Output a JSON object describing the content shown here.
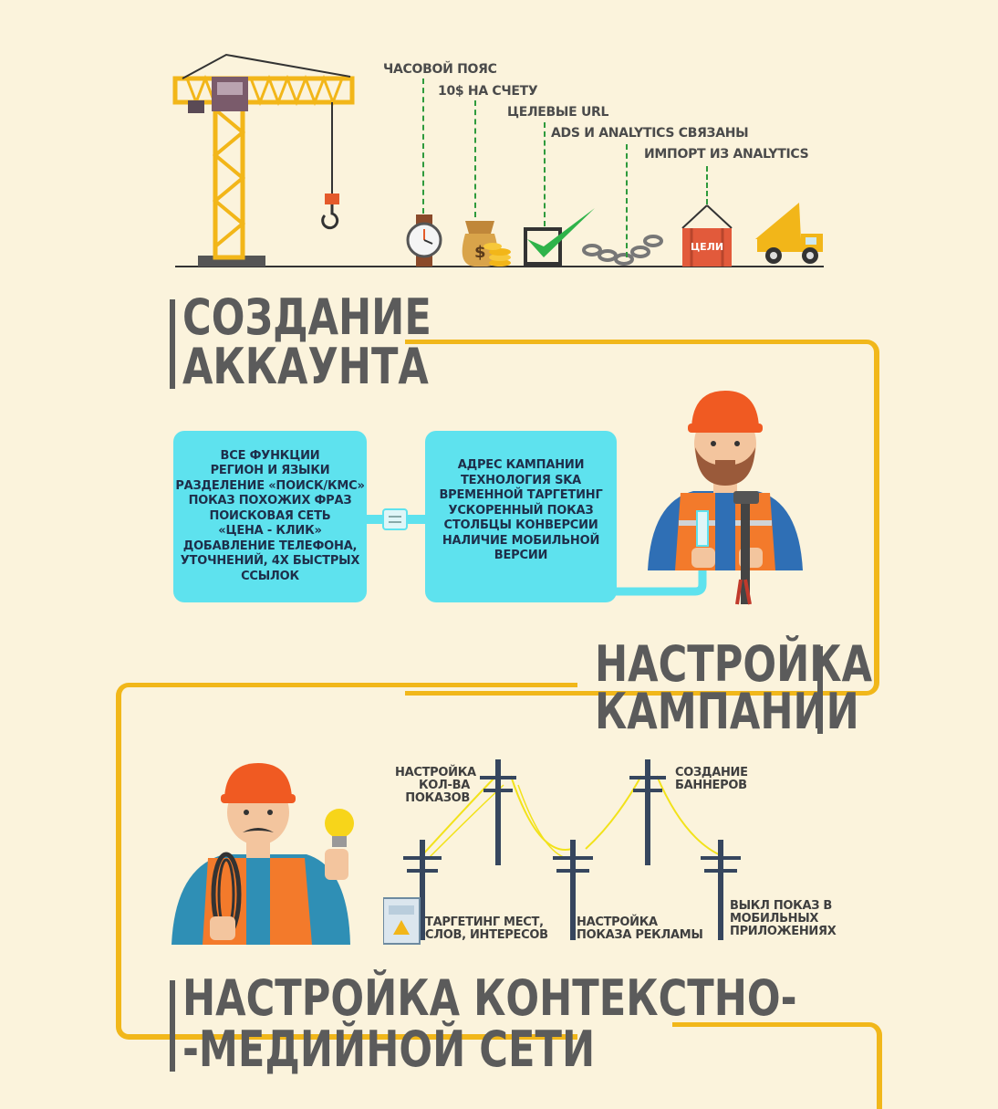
{
  "top": {
    "labels": [
      "Часовой пояс",
      "10$ на счету",
      "Целевые URL",
      "Ads и Analytics связаны",
      "Импорт из Analytics"
    ],
    "crate_label": "ЦЕЛИ"
  },
  "sections": {
    "account_title": [
      "СОЗДАНИЕ",
      "АККАУНТА"
    ],
    "campaign_title": [
      "НАСТРОЙКА",
      "КАМПАНИИ"
    ],
    "kms_title": [
      "НАСТРОЙКА КОНТЕКСТНО-",
      "-МЕДИЙНОЙ СЕТИ"
    ]
  },
  "box_left": [
    "ВСЕ ФУНКЦИИ",
    "РЕГИОН И ЯЗЫКИ",
    "РАЗДЕЛЕНИЕ «ПОИСК/КМС»",
    "ПОКАЗ ПОХОЖИХ ФРАЗ",
    "ПОИСКОВАЯ СЕТЬ",
    "«ЦЕНА - КЛИК»",
    "ДОБАВЛЕНИЕ ТЕЛЕФОНА,",
    "УТОЧНЕНИЙ, 4Х БЫСТРЫХ",
    "ССЫЛОК"
  ],
  "box_right": [
    "АДРЕС КАМПАНИИ",
    "ТЕХНОЛОГИЯ SKA",
    "ВРЕМЕННОЙ ТАРГЕТИНГ",
    "УСКОРЕННЫЙ ПОКАЗ",
    "СТОЛБЦЫ КОНВЕРСИИ",
    "НАЛИЧИЕ МОБИЛЬНОЙ",
    "ВЕРСИИ"
  ],
  "poles": {
    "p1": [
      "НАСТРОЙКА",
      "КОЛ-ВА ПОКАЗОВ"
    ],
    "p2": [
      "СОЗДАНИЕ",
      "БАННЕРОВ"
    ],
    "p3": [
      "ТАРГЕТИНГ МЕСТ,",
      "СЛОВ, ИНТЕРЕСОВ"
    ],
    "p4": [
      "НАСТРОЙКА",
      "ПОКАЗА РЕКЛАМЫ"
    ],
    "p5": [
      "ВЫКЛ ПОКАЗ В",
      "МОБИЛЬНЫХ",
      "ПРИЛОЖЕНИЯХ"
    ]
  },
  "colors": {
    "background": "#fbf3dc",
    "path": "#f1b71a",
    "box": "#5ee2ee",
    "title": "#5b5b5b",
    "dashed": "#2e9a3c"
  }
}
